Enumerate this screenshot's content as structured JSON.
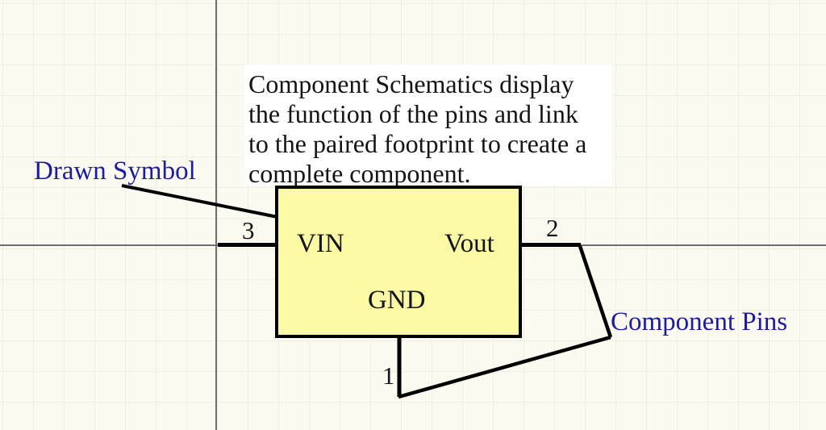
{
  "canvas": {
    "background_color": "#FCF9F0",
    "grid_color": "#F1EEE4",
    "axis_color": "#6F6F6F",
    "wire_color": "#000000"
  },
  "note": {
    "background_color": "#FFFFFF",
    "text_color": "#141414",
    "lines": [
      "Component Schematics display",
      "the function of the pins and link",
      "to the paired footprint to create a",
      "complete component."
    ]
  },
  "annotations": {
    "label_color": "#1C1C9E",
    "drawn_symbol": "Drawn Symbol",
    "component_pins": "Component Pins"
  },
  "component": {
    "fill_color": "#FBF9A5",
    "border_color": "#000000",
    "pin_labels": {
      "vin": "VIN",
      "vout": "Vout",
      "gnd": "GND"
    },
    "pin_numbers": {
      "pin1": "1",
      "pin2": "2",
      "pin3": "3"
    }
  }
}
